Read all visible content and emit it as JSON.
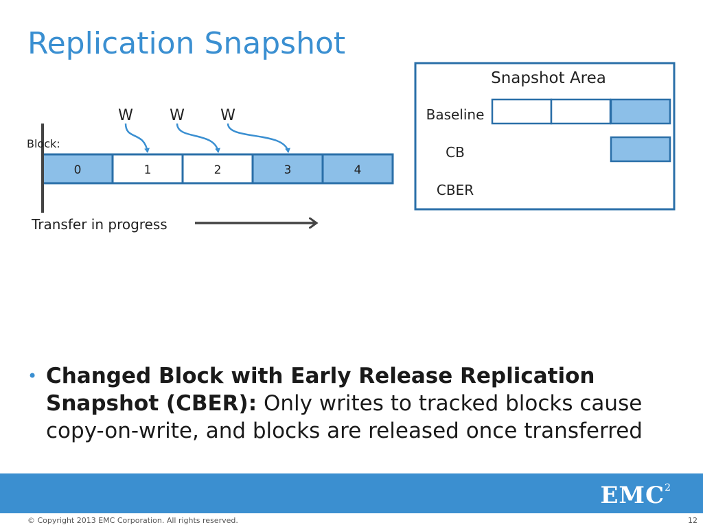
{
  "title": "Replication Snapshot",
  "diagram": {
    "write_labels": [
      "W",
      "W",
      "W"
    ],
    "block_label": "Block:",
    "blocks": [
      {
        "label": "0",
        "filled": true
      },
      {
        "label": "1",
        "filled": false
      },
      {
        "label": "2",
        "filled": false
      },
      {
        "label": "3",
        "filled": true
      },
      {
        "label": "4",
        "filled": true
      }
    ],
    "transfer_label": "Transfer in progress",
    "snapshot_area": {
      "title": "Snapshot Area",
      "rows": [
        {
          "label": "Baseline",
          "cells": [
            false,
            false,
            true
          ]
        },
        {
          "label": "CB",
          "cells": [
            null,
            null,
            true
          ]
        },
        {
          "label": "CBER",
          "cells": [
            null,
            null,
            null
          ]
        }
      ]
    },
    "colors": {
      "fill": "#8cbfe8",
      "stroke": "#2a6fa8",
      "arrow": "#3a8fd1",
      "dark": "#444444"
    }
  },
  "bullet": {
    "bold_text": "Changed Block with Early Release Replication Snapshot (CBER):",
    "text": " Only writes to tracked blocks cause copy-on-write, and blocks are released once transferred"
  },
  "footer": {
    "logo": "EMC",
    "logo_sup": "2",
    "copyright": "© Copyright 2013 EMC Corporation. All rights reserved.",
    "page_number": "12"
  }
}
